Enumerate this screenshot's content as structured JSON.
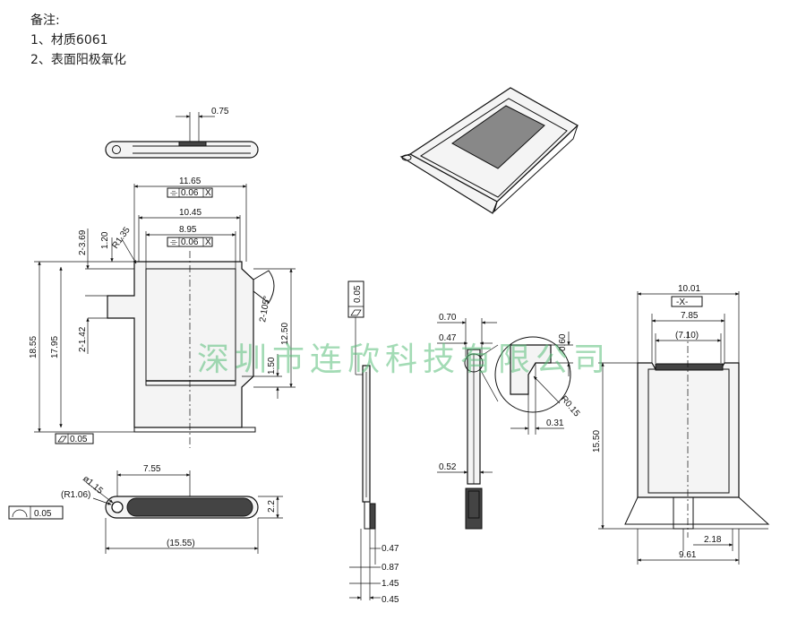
{
  "notes": {
    "title": "备注:",
    "items": [
      "1、材质6061",
      "2、表面阳极氧化"
    ]
  },
  "watermark": "深圳市连欣科技有限公司",
  "dims_front": {
    "d075": "0.75",
    "d1165": "11.65",
    "tol1": "0.06",
    "d1045": "10.45",
    "d895": "8.95",
    "tol2": "0.06",
    "d2369": "2-3.69",
    "d120": "1.20",
    "r135": "R1.35",
    "d1855": "18.55",
    "d1795": "17.95",
    "d2142": "2-1.42",
    "d2105": "2-105°",
    "d1250": "12.50",
    "d150": "1.50",
    "flat": "0.05",
    "datum_x": "X"
  },
  "dims_bottom": {
    "d755": "7.55",
    "phi115": "ø1.15",
    "r106": "(R1.06)",
    "arc": "0.05",
    "d22": "2.2",
    "d1555": "(15.55)"
  },
  "dims_side": {
    "flat": "0.05",
    "d047": "0.47",
    "d087": "0.87",
    "d145": "1.45",
    "d045": "0.45"
  },
  "dims_detail": {
    "d070": "0.70",
    "d047": "0.47",
    "d052": "0.52",
    "d060": "0.60",
    "r015": "R0.15",
    "d031": "0.31"
  },
  "dims_right": {
    "d1001": "10.01",
    "datum": "-X-",
    "d785": "7.85",
    "d710": "(7.10)",
    "d1550": "15.50",
    "d218": "2.18",
    "d961": "9.61"
  }
}
